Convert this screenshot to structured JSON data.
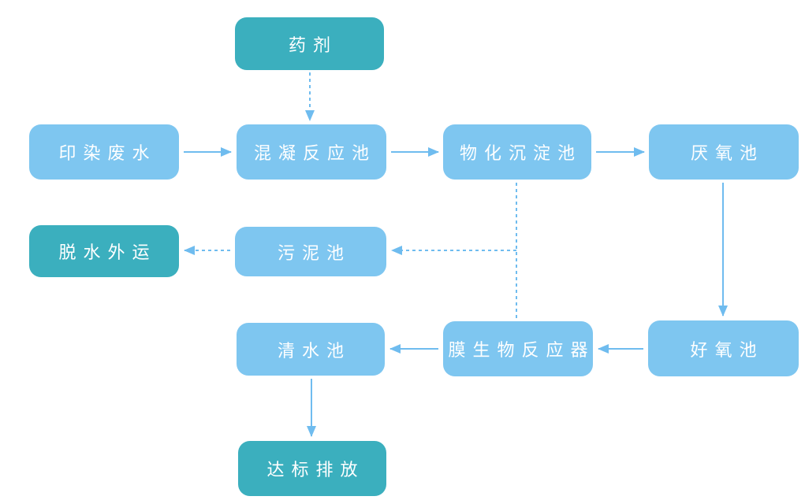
{
  "diagram": {
    "type": "flowchart",
    "colors": {
      "teal": "#3bafbe",
      "blue": "#7ec6f0",
      "arrow": "#6fbcef",
      "label": "#ffffff",
      "background": "#ffffff"
    },
    "nodes": {
      "chemical": {
        "label": "药剂",
        "style": "teal"
      },
      "influent": {
        "label": "印染废水",
        "style": "blue"
      },
      "coagulation": {
        "label": "混凝反应池",
        "style": "blue"
      },
      "sedimentation": {
        "label": "物化沉淀池",
        "style": "blue"
      },
      "anaerobic": {
        "label": "厌氧池",
        "style": "blue"
      },
      "dewatering": {
        "label": "脱水外运",
        "style": "teal"
      },
      "sludge": {
        "label": "污泥池",
        "style": "blue"
      },
      "clearwater": {
        "label": "清水池",
        "style": "blue"
      },
      "mbr": {
        "label": "膜生物反应器",
        "style": "blue"
      },
      "aerobic": {
        "label": "好氧池",
        "style": "blue"
      },
      "discharge": {
        "label": "达标排放",
        "style": "teal"
      }
    },
    "edges": [
      {
        "from": "药剂",
        "to": "混凝反应池",
        "style": "dashed"
      },
      {
        "from": "印染废水",
        "to": "混凝反应池",
        "style": "solid"
      },
      {
        "from": "混凝反应池",
        "to": "物化沉淀池",
        "style": "solid"
      },
      {
        "from": "物化沉淀池",
        "to": "厌氧池",
        "style": "solid"
      },
      {
        "from": "厌氧池",
        "to": "好氧池",
        "style": "solid"
      },
      {
        "from": "物化沉淀池",
        "to": "污泥池",
        "style": "dashed"
      },
      {
        "from": "膜生物反应器",
        "to": "污泥池",
        "style": "dashed"
      },
      {
        "from": "污泥池",
        "to": "脱水外运",
        "style": "dashed"
      },
      {
        "from": "好氧池",
        "to": "膜生物反应器",
        "style": "solid"
      },
      {
        "from": "膜生物反应器",
        "to": "清水池",
        "style": "solid"
      },
      {
        "from": "清水池",
        "to": "达标排放",
        "style": "solid"
      }
    ]
  }
}
